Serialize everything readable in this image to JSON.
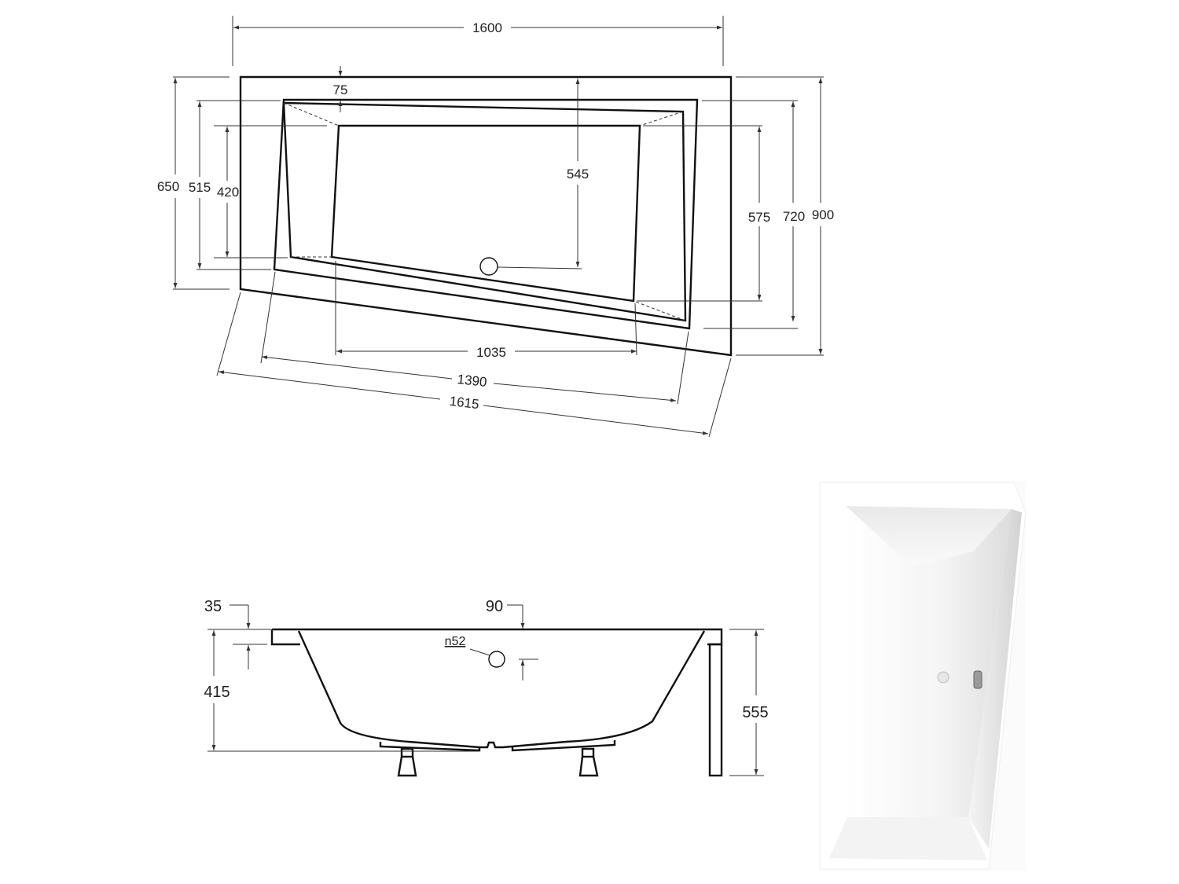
{
  "top_view": {
    "overall_width": "1600",
    "rim_offset": "75",
    "depth_left_outer": "650",
    "depth_left_mid": "515",
    "depth_left_inner": "420",
    "drain_distance": "545",
    "depth_right_inner": "575",
    "depth_right_mid": "720",
    "depth_right_outer": "900",
    "inner_bottom_length": "1035",
    "inner_diagonal_length": "1390",
    "outer_diagonal_length": "1615"
  },
  "side_view": {
    "rim_thickness": "35",
    "overflow_offset": "90",
    "overflow_label": "n52",
    "inner_depth": "415",
    "total_height": "555"
  },
  "photo": {
    "icon": "bathtub-photo-icon"
  },
  "colors": {
    "line": "#111111",
    "background": "#ffffff"
  }
}
